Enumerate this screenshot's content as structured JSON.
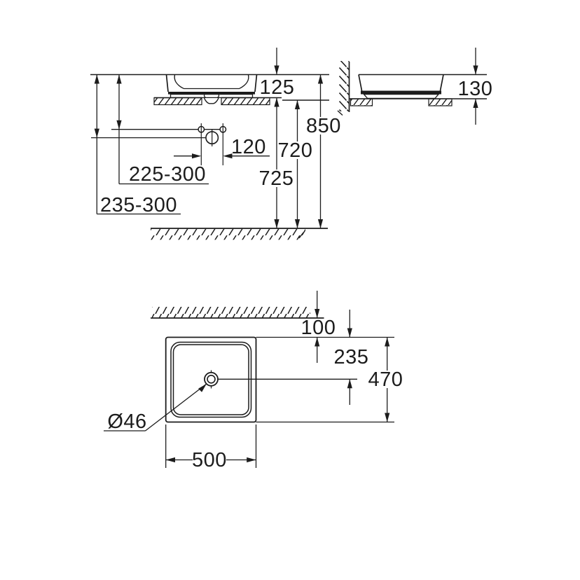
{
  "colors": {
    "line": "#1c1c1c",
    "background": "#ffffff"
  },
  "dimensions": {
    "front_view": {
      "basin_rim_above_counter": "125",
      "overall_rim_height": "850",
      "counter_underside_height": "720",
      "counter_top_height": "725",
      "hole_spacing": "120",
      "upper_hole_range": "225-300",
      "lower_hole_range": "235-300"
    },
    "side_view": {
      "basin_height_at_wall": "130"
    },
    "plan_view": {
      "wall_clearance": "100",
      "drain_center_from_rear_edge": "235",
      "basin_depth": "470",
      "basin_width": "500",
      "drain_diameter": "Ø46"
    }
  }
}
